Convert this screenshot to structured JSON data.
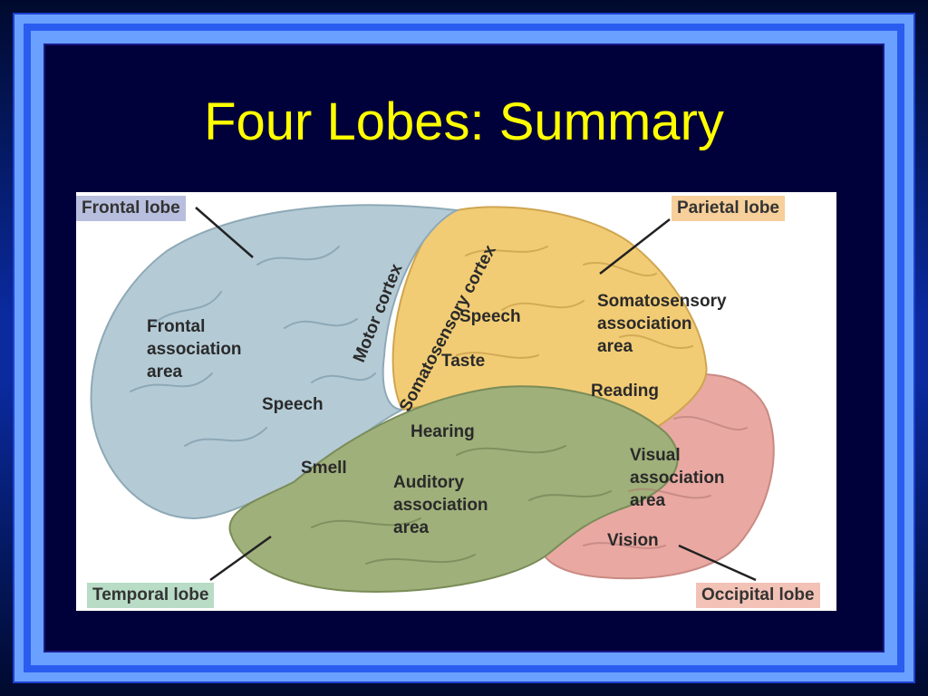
{
  "slide": {
    "title": "Four Lobes: Summary"
  },
  "diagram": {
    "lobe_tags": {
      "frontal": "Frontal lobe",
      "parietal": "Parietal lobe",
      "temporal": "Temporal lobe",
      "occipital": "Occipital lobe"
    },
    "regions": {
      "motor_cortex": "Motor cortex",
      "somatosensory_cortex": "Somatosensory cortex",
      "frontal_association": "Frontal\nassociation\narea",
      "speech_frontal": "Speech",
      "speech_parietal": "Speech",
      "taste": "Taste",
      "somatosensory_association": "Somatosensory\nassociation\narea",
      "reading": "Reading",
      "hearing": "Hearing",
      "smell": "Smell",
      "auditory_association": "Auditory\nassociation\narea",
      "visual_association": "Visual\nassociation\narea",
      "vision": "Vision"
    },
    "colors": {
      "frontal": "#b4cbd6",
      "parietal": "#f2cc74",
      "temporal": "#9fb07a",
      "occipital": "#e9a9a2",
      "frontal_tag_bg": "#b8bedd",
      "parietal_tag_bg": "#f7cf9a",
      "temporal_tag_bg": "#b9dcc6",
      "occipital_tag_bg": "#f3c2b6"
    }
  }
}
